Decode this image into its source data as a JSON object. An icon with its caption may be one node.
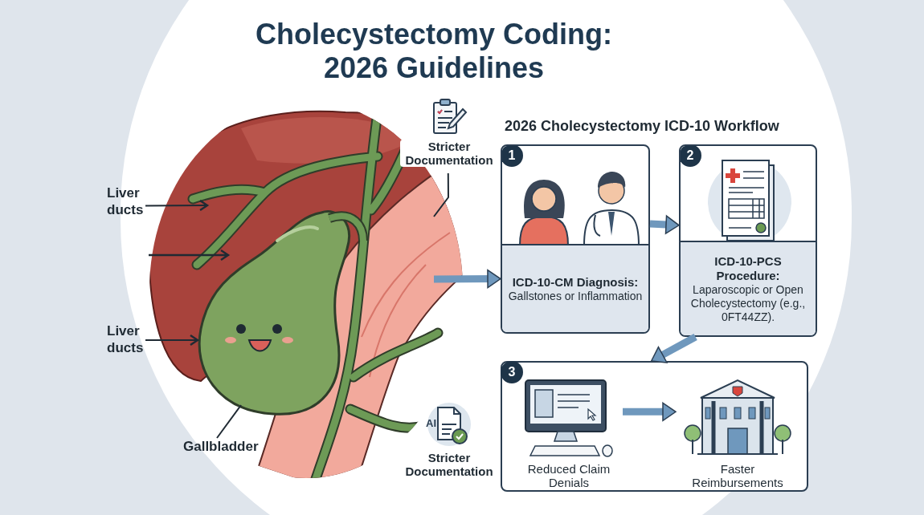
{
  "diagram": {
    "title": "Cholecystectomy Coding: 2026 Guidelines",
    "nodes": [
      {
        "text": [
          "Liver ducts"
        ]
      },
      {
        "text": [
          "Liver ducts"
        ]
      },
      {
        "text": [
          "Gallbladder"
        ]
      },
      {
        "text": [
          "Stricter Documentation"
        ]
      },
      {
        "text": [
          "1",
          "ICD-10-CM Diagnosis:",
          "Gallstones or Inflammation"
        ]
      },
      {
        "text": [
          "2",
          "ICD-10-PCS Procedure:",
          "Laparoscopic or Open Cholecystectomy (e.g., 0FT44ZZ)."
        ]
      },
      {
        "text": [
          "3"
        ]
      },
      {
        "text": [
          "Reduced Claim Denials"
        ],
        "in": 6
      },
      {
        "text": [
          "Faster Reimbursements"
        ],
        "in": 6
      },
      {
        "text": [
          "Stricter Documentation"
        ]
      }
    ],
    "edges": [
      {
        "from": 0,
        "to": null,
        "arrow": "to"
      },
      {
        "from": 1,
        "to": null,
        "arrow": "to"
      },
      {
        "from": 2,
        "to": null,
        "arrow": "none"
      },
      {
        "from": 3,
        "to": null,
        "arrow": "none"
      },
      {
        "from": null,
        "to": 4,
        "arrow": "to",
        "style": "thick",
        "color": "#6f98bd"
      },
      {
        "from": 4,
        "to": 5,
        "arrow": "to",
        "style": "thick",
        "color": "#6f98bd"
      },
      {
        "from": 5,
        "to": 6,
        "arrow": "to",
        "style": "thick",
        "color": "#6f98bd"
      },
      {
        "from": 7,
        "to": 8,
        "arrow": "to",
        "style": "thick",
        "color": "#6f98bd"
      }
    ],
    "labels": [
      "2026 Cholecystectomy ICD-10 Workflow",
      "AI"
    ]
  }
}
